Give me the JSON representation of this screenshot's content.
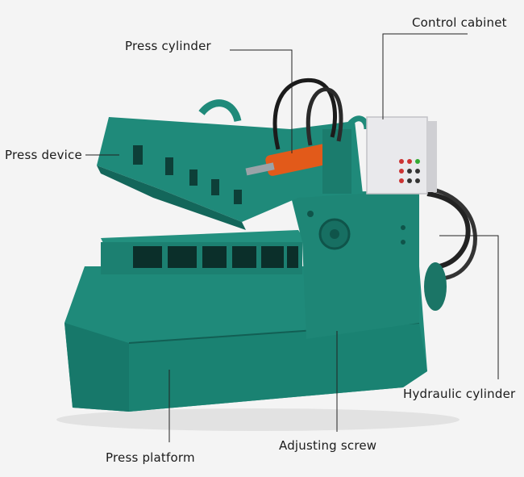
{
  "labels": {
    "control_cabinet": "Control cabinet",
    "press_cylinder": "Press cylinder",
    "press_device": "Press device",
    "hydraulic_cylinder": "Hydraulic cylinder",
    "adjusting_screw": "Adjusting screw",
    "press_platform": "Press platform"
  },
  "colors": {
    "machine_body": "#1f8a7a",
    "machine_dark": "#13665a",
    "cylinder": "#e25a1a",
    "cabinet": "#e9e9ec",
    "leader_line": "#222222"
  }
}
